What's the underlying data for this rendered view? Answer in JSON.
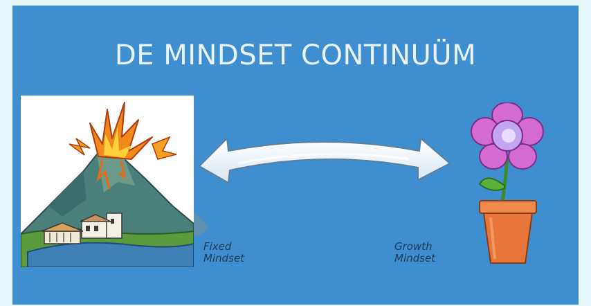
{
  "slide": {
    "title": "DE MINDSET CONTINUÜM",
    "fixed_label": [
      "Fixed",
      "Mindset"
    ],
    "growth_label": [
      "Growth",
      "Mindset"
    ]
  },
  "icons": {
    "left": "volcano-icon",
    "center": "double-arrow-icon",
    "right": "flower-pot-icon"
  },
  "colors": {
    "background": "#3f8fd0",
    "title": "#eaf3fb",
    "label": "#213b58"
  }
}
